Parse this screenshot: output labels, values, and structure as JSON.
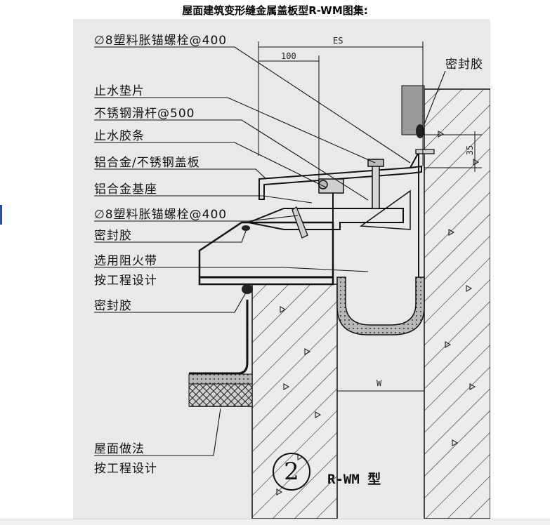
{
  "page": {
    "title": "屋面建筑变形缝金属盖板型R-WM图集:"
  },
  "labels": {
    "anchor_bolt_top": "∅8塑料胀锚螺栓@400",
    "water_gasket": "止水垫片",
    "stainless_slide_rod": "不锈钢滑杆@500",
    "water_strip": "止水胶条",
    "cover_plate": "铝合金/不锈钢盖板",
    "aluminum_base": "铝合金基座",
    "anchor_bolt_mid": "∅8塑料胀锚螺栓@400",
    "sealant_mid": "密封胶",
    "fire_band": "选用阻火带",
    "fire_band_note": "按工程设计",
    "sealant_low": "密封胶",
    "roof_method": "屋面做法",
    "roof_method_note": "按工程设计",
    "sealant_right": "密封胶"
  },
  "dimensions": {
    "es": "ES",
    "dim_100": "100",
    "dim_35": "35",
    "w": "W"
  },
  "detail": {
    "number": "2",
    "type": "R-WM 型"
  }
}
